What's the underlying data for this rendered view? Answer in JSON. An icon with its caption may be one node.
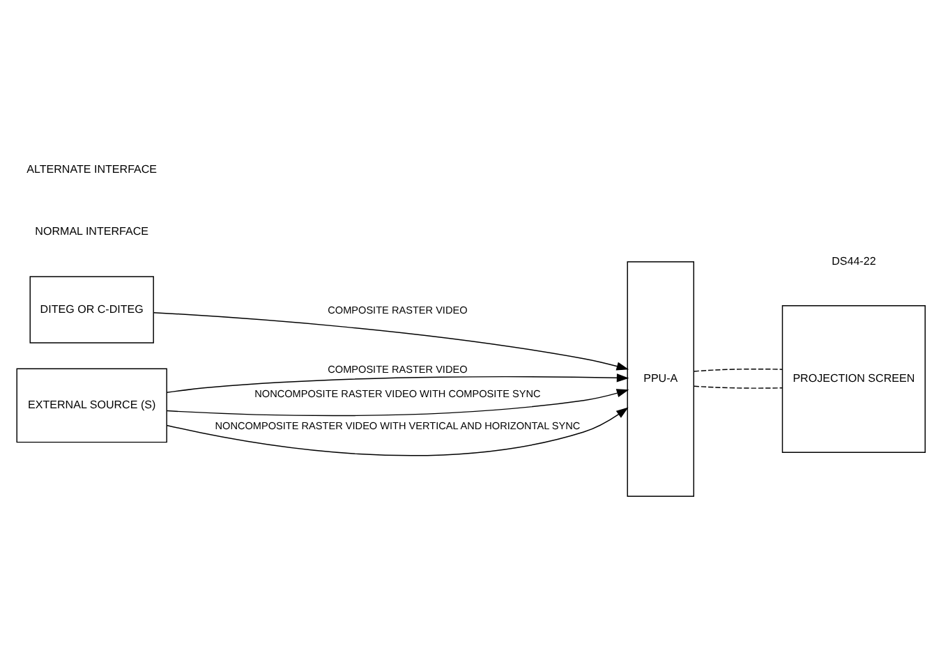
{
  "diagram": {
    "nodes": [
      {
        "text": [
          "DITEG OR C-DITEG"
        ]
      },
      {
        "text": [
          "PPU-A"
        ]
      },
      {
        "text": [
          "PROJECTION SCREEN"
        ]
      },
      {
        "text": [
          "EXTERNAL SOURCE (S)"
        ]
      }
    ],
    "edges": [
      {
        "from": 0,
        "to": 1,
        "arrow": "to",
        "label": "COMPOSITE RASTER VIDEO"
      },
      {
        "from": 3,
        "to": 1,
        "arrow": "to",
        "label": "COMPOSITE RASTER VIDEO"
      },
      {
        "from": 3,
        "to": 1,
        "arrow": "to",
        "label": "NONCOMPOSITE RASTER VIDEO WITH COMPOSITE SYNC"
      },
      {
        "from": 3,
        "to": 1,
        "arrow": "to",
        "label": "NONCOMPOSITE RASTER VIDEO WITH VERTICAL AND HORIZONTAL SYNC"
      },
      {
        "from": 1,
        "to": 2,
        "arrow": "none",
        "style": "dashed"
      },
      {
        "from": 1,
        "to": 2,
        "arrow": "none",
        "style": "dashed"
      }
    ],
    "labels": [
      "NORMAL INTERFACE",
      "ALTERNATE INTERFACE",
      "DS44-22"
    ]
  }
}
